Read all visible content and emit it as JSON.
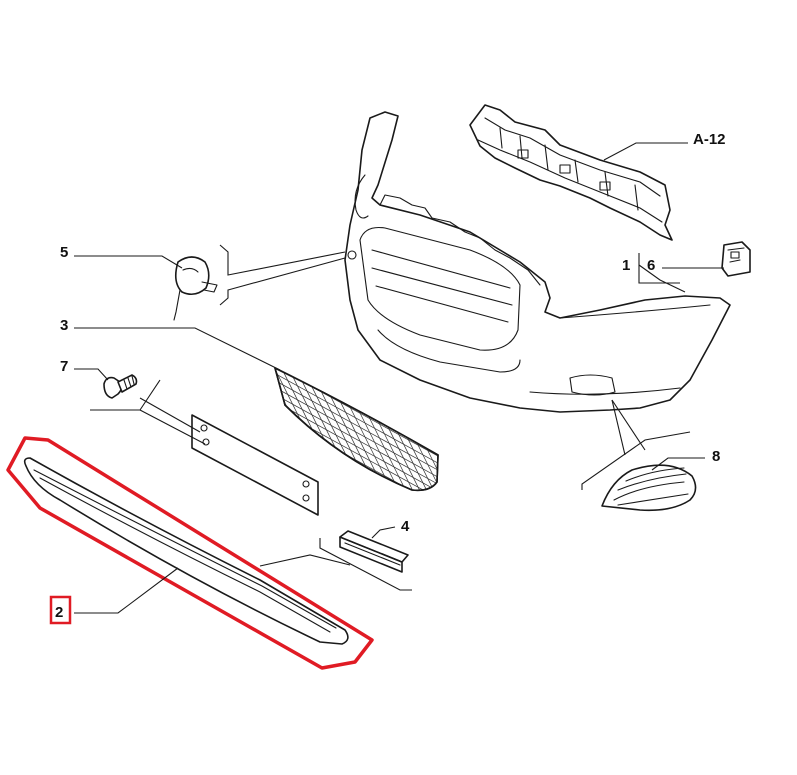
{
  "parts": {
    "bumper": "1",
    "trim_strip": "2",
    "grille": "3",
    "foam_pad": "4",
    "tow_cover": "5",
    "clip": "6",
    "screw": "7",
    "fog_cover": "8",
    "reference": "A-12"
  },
  "highlight": {
    "part": "2",
    "color": "#e01b24"
  },
  "colors": {
    "line": "#1a1a1a",
    "background": "#ffffff"
  }
}
